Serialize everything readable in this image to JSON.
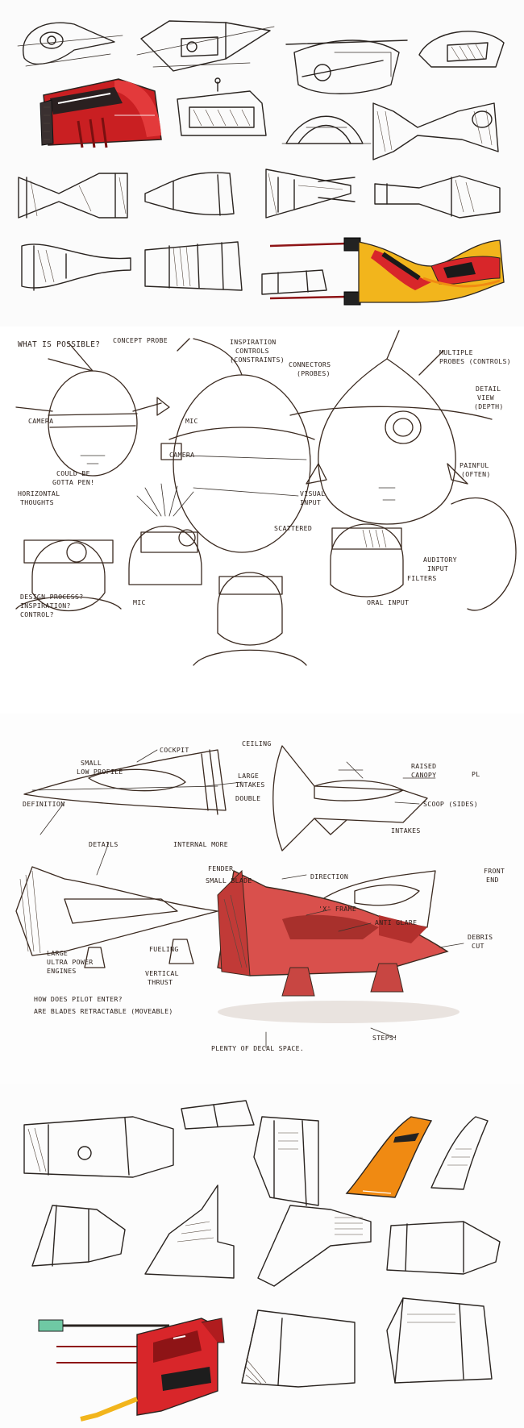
{
  "sheets": {
    "concept_intro": {
      "heading": "WHAT IS POSSIBLE?",
      "labels": {
        "concept_probe": "CONCEPT PROBE",
        "inspiration_controls_1": "INSPIRATION",
        "inspiration_controls_2": "CONTROLS",
        "inspiration_controls_3": "(CONSTRAINTS)",
        "connectors_1": "CONNECTORS",
        "connectors_2": "(PROBES)",
        "multiple_probes_1": "MULTIPLE",
        "multiple_probes_2": "PROBES (CONTROLS)",
        "detail_view_1": "DETAIL",
        "detail_view_2": "VIEW",
        "detail_view_3": "(DEPTH)",
        "camera_left": "CAMERA",
        "mic": "MIC",
        "camera_center": "CAMERA",
        "could_be_1": "COULD BE",
        "could_be_2": "GOTTA PEN!",
        "painful_1": "PAINFUL",
        "painful_2": "(OFTEN)",
        "horizontal_1": "HORIZONTAL",
        "horizontal_2": "THOUGHTS",
        "visual_input_1": "VISUAL",
        "visual_input_2": "INPUT",
        "scattered": "SCATTERED",
        "auditory_1": "AUDITORY",
        "auditory_2": "INPUT",
        "filters": "FILTERS",
        "design_process_1": "DESIGN PROCESS?",
        "design_process_2": "INSPIRATION?",
        "design_process_3": "CONTROL?",
        "mic_bottom": "MIC",
        "oral_input": "ORAL INPUT"
      }
    },
    "vehicle_callouts": {
      "labels": {
        "cockpit": "COCKPIT",
        "small_low_profile_1": "SMALL",
        "small_low_profile_2": "LOW PROFILE",
        "large_intakes_1": "LARGE",
        "large_intakes_2": "INTAKES",
        "double": "DOUBLE",
        "definition": "DEFINITION",
        "details": "DETAILS",
        "internal_more": "INTERNAL MORE",
        "ceiling": "CEILING",
        "raised_canopy_1": "RAISED",
        "raised_canopy_2": "CANOPY",
        "pl": "PL",
        "scoop": "SCOOP (SIDES)",
        "intakes": "INTAKES",
        "fender": "FENDER",
        "small_blade": "SMALL BLADE",
        "direction": "DIRECTION",
        "front_end_1": "FRONT",
        "front_end_2": "END",
        "x_frame": "'X' FRAME",
        "anti_glare": "ANTI GLARE",
        "debris_cut_1": "DEBRIS",
        "debris_cut_2": "CUT",
        "fueling": "FUELING",
        "large_ultra_power_1": "LARGE",
        "large_ultra_power_2": "ULTRA POWER",
        "large_ultra_power_3": "ENGINES",
        "vertical_thrust_1": "VERTICAL",
        "vertical_thrust_2": "THRUST",
        "question_1": "HOW DOES PILOT ENTER?",
        "question_2": "ARE BLADES RETRACTABLE (MOVEABLE)",
        "plenty_of_decal": "PLENTY OF DECAL SPACE.",
        "steps": "STEPS!"
      }
    }
  },
  "colors": {
    "ink": "#2a2420",
    "marker_red": "#d8262a",
    "marker_dark_red": "#8e1416",
    "marker_orange": "#f08a12",
    "marker_yellow": "#f2b51c",
    "marker_salmon": "#d9504c",
    "accent_green": "#6fc9a4"
  }
}
